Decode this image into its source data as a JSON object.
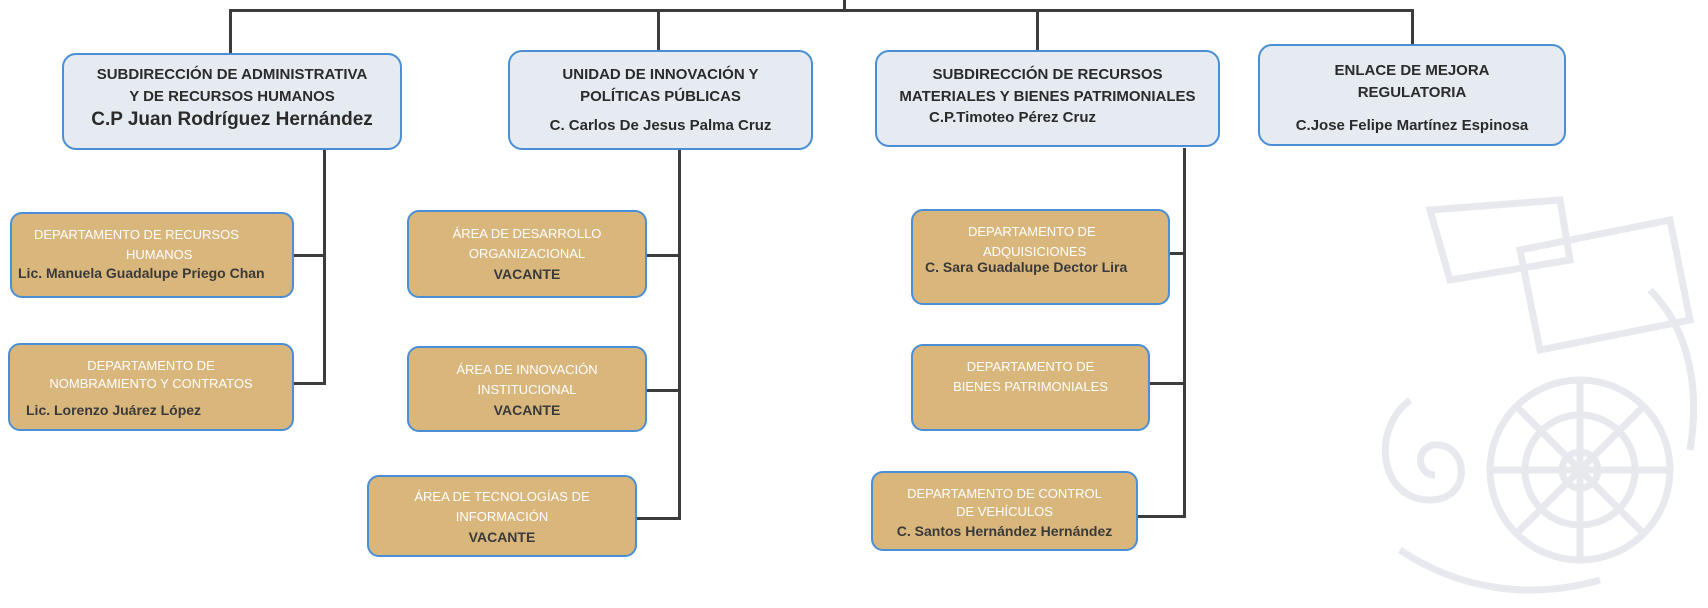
{
  "units": [
    {
      "title_lines": [
        "SUBDIRECCIÓN DE ADMINISTRATIVA",
        "Y DE RECURSOS HUMANOS"
      ],
      "head": "C.P Juan Rodríguez Hernández",
      "children": [
        {
          "title_lines": [
            "DEPARTAMENTO DE RECURSOS",
            "HUMANOS"
          ],
          "name": "Lic. Manuela Guadalupe Priego Chan"
        },
        {
          "title_lines": [
            "DEPARTAMENTO DE",
            "NOMBRAMIENTO Y CONTRATOS"
          ],
          "name": "Lic. Lorenzo Juárez López"
        }
      ]
    },
    {
      "title_lines": [
        "UNIDAD DE INNOVACIÓN Y",
        "POLÍTICAS PÚBLICAS"
      ],
      "head": "C. Carlos De Jesus Palma Cruz",
      "children": [
        {
          "title_lines": [
            "ÁREA DE DESARROLLO",
            "ORGANIZACIONAL"
          ],
          "name": "VACANTE"
        },
        {
          "title_lines": [
            "ÁREA DE INNOVACIÓN",
            "INSTITUCIONAL"
          ],
          "name": "VACANTE"
        },
        {
          "title_lines": [
            "ÁREA DE TECNOLOGÍAS DE",
            "INFORMACIÓN"
          ],
          "name": "VACANTE"
        }
      ]
    },
    {
      "title_lines": [
        "SUBDIRECCIÓN DE RECURSOS",
        "MATERIALES Y BIENES PATRIMONIALES"
      ],
      "head": "C.P.Timoteo Pérez Cruz",
      "children": [
        {
          "title_lines": [
            "DEPARTAMENTO DE",
            "ADQUISICIONES"
          ],
          "name": "C. Sara Guadalupe Dector Lira"
        },
        {
          "title_lines": [
            "DEPARTAMENTO DE",
            "BIENES PATRIMONIALES"
          ],
          "name": ""
        },
        {
          "title_lines": [
            "DEPARTAMENTO DE CONTROL",
            "DE VEHÍCULOS"
          ],
          "name": "C. Santos Hernández Hernández"
        }
      ]
    },
    {
      "title_lines": [
        "ENLACE DE MEJORA",
        "REGULATORIA"
      ],
      "head": "C.Jose Felipe Martínez Espinosa",
      "children": []
    }
  ]
}
